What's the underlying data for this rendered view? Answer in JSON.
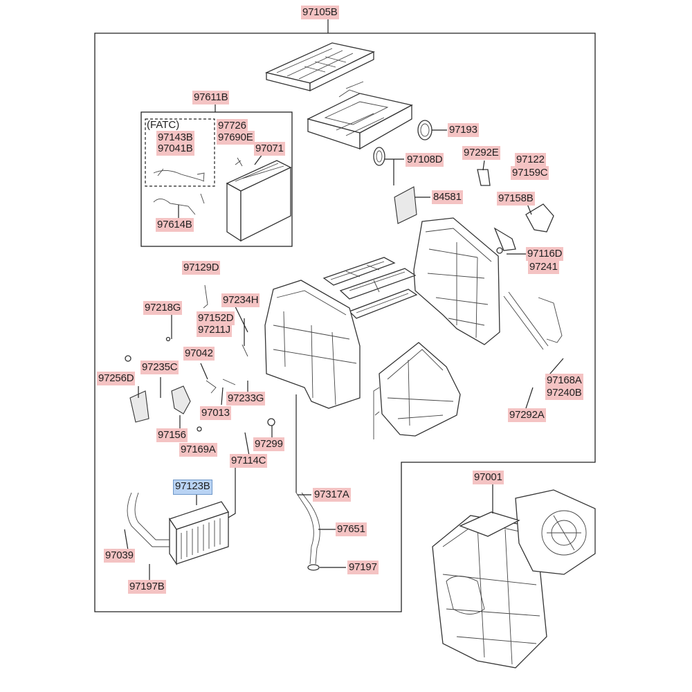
{
  "group_label": "(FATC)",
  "parts": [
    {
      "id": "97105B",
      "hl": "pink"
    },
    {
      "id": "97611B",
      "hl": "pink"
    },
    {
      "id": "97726",
      "hl": "pink"
    },
    {
      "id": "97690E",
      "hl": "pink"
    },
    {
      "id": "97143B",
      "hl": "pink"
    },
    {
      "id": "97041B",
      "hl": "pink"
    },
    {
      "id": "97071",
      "hl": "pink"
    },
    {
      "id": "97614B",
      "hl": "pink"
    },
    {
      "id": "97193",
      "hl": "pink"
    },
    {
      "id": "97108D",
      "hl": "pink"
    },
    {
      "id": "97292E",
      "hl": "pink"
    },
    {
      "id": "97122",
      "hl": "pink"
    },
    {
      "id": "97159C",
      "hl": "pink"
    },
    {
      "id": "84581",
      "hl": "pink"
    },
    {
      "id": "97158B",
      "hl": "pink"
    },
    {
      "id": "97116D",
      "hl": "pink"
    },
    {
      "id": "97241",
      "hl": "pink"
    },
    {
      "id": "97129D",
      "hl": "pink"
    },
    {
      "id": "97234H",
      "hl": "pink"
    },
    {
      "id": "97218G",
      "hl": "pink"
    },
    {
      "id": "97152D",
      "hl": "pink"
    },
    {
      "id": "97211J",
      "hl": "pink"
    },
    {
      "id": "97042",
      "hl": "pink"
    },
    {
      "id": "97235C",
      "hl": "pink"
    },
    {
      "id": "97256D",
      "hl": "pink"
    },
    {
      "id": "97233G",
      "hl": "pink"
    },
    {
      "id": "97013",
      "hl": "pink"
    },
    {
      "id": "97156",
      "hl": "pink"
    },
    {
      "id": "97169A",
      "hl": "pink"
    },
    {
      "id": "97299",
      "hl": "pink"
    },
    {
      "id": "97114C",
      "hl": "pink"
    },
    {
      "id": "97168A",
      "hl": "pink"
    },
    {
      "id": "97240B",
      "hl": "pink"
    },
    {
      "id": "97292A",
      "hl": "pink"
    },
    {
      "id": "97001",
      "hl": "pink"
    },
    {
      "id": "97123B",
      "hl": "blue"
    },
    {
      "id": "97317A",
      "hl": "pink"
    },
    {
      "id": "97651",
      "hl": "pink"
    },
    {
      "id": "97039",
      "hl": "pink"
    },
    {
      "id": "97197",
      "hl": "pink"
    },
    {
      "id": "97197B",
      "hl": "pink"
    }
  ]
}
